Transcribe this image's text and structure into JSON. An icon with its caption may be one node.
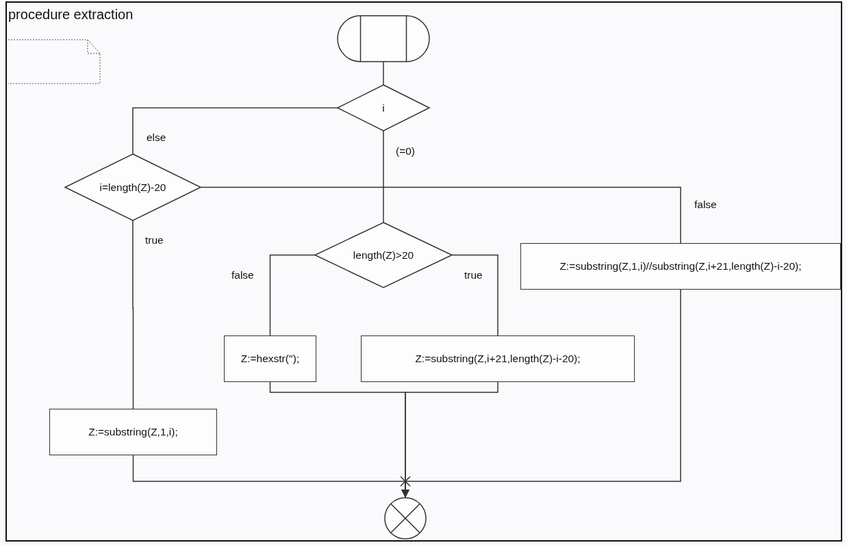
{
  "diagram": {
    "title": "procedure extraction",
    "nodes": [
      {
        "text": [],
        "shape": "capsule"
      },
      {
        "text": [
          "i"
        ]
      },
      {
        "text": [
          "i=length(Z)-20"
        ]
      },
      {
        "text": [
          "length(Z)>20"
        ]
      },
      {
        "text": [
          "Z:=substring(Z,1,i)//substring(Z,i+21,length(Z)-i-20);"
        ]
      },
      {
        "text": [
          "Z:=hexstr('');"
        ]
      },
      {
        "text": [
          "Z:=substring(Z,i+21,length(Z)-i-20);"
        ]
      },
      {
        "text": [
          "Z:=substring(Z,1,i);"
        ]
      },
      {
        "text": [],
        "shape": "circle"
      }
    ],
    "edges": [
      {
        "from": 0,
        "to": 1,
        "arrow": "none"
      },
      {
        "from": 1,
        "to": 2,
        "arrow": "none",
        "label": "else"
      },
      {
        "from": 1,
        "to": 3,
        "arrow": "none",
        "label": "(=0)"
      },
      {
        "from": 2,
        "to": 4,
        "arrow": "none",
        "label": "false"
      },
      {
        "from": 2,
        "to": 7,
        "arrow": "none",
        "label": "true"
      },
      {
        "from": 3,
        "to": 5,
        "arrow": "none",
        "label": "false"
      },
      {
        "from": 3,
        "to": 6,
        "arrow": "none",
        "label": "true"
      },
      {
        "from": 5,
        "to": 8,
        "arrow": "to"
      },
      {
        "from": 6,
        "to": 8,
        "arrow": "to"
      },
      {
        "from": 7,
        "to": 8,
        "arrow": "none"
      },
      {
        "from": 4,
        "to": 8,
        "arrow": "none"
      }
    ]
  }
}
